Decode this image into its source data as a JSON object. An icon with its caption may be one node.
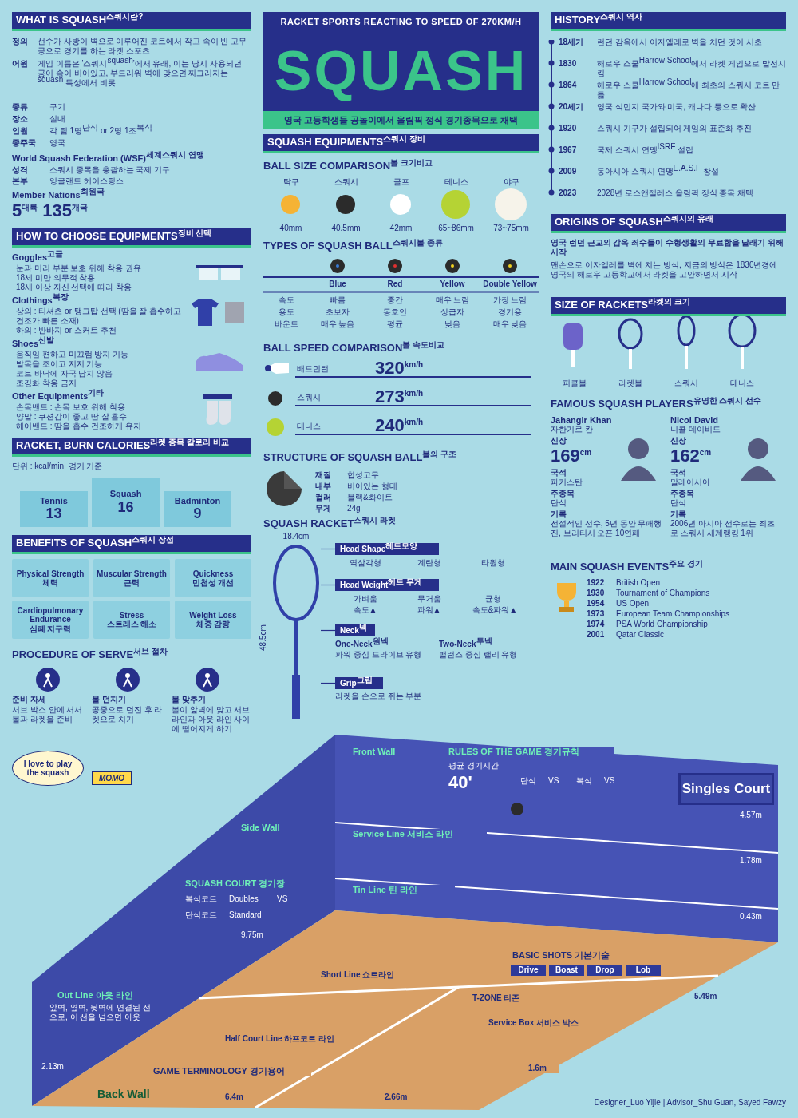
{
  "diagram": {
    "title": "SQUASH",
    "nodes": [
      {
        "text": [
          "RACKET SPORTS REACTING TO SPEED OF 270KM/H"
        ]
      },
      {
        "text": [
          "영국 고등학생들 공놀이에서 올림픽 정식 경기종목으로 채택"
        ]
      },
      {
        "text": [
          "WHAT IS SQUASH$^{스쿼시란?}$"
        ]
      },
      {
        "text": [
          "HOW TO CHOOSE EQUIPMENTS$^{장비 선택}$"
        ]
      },
      {
        "text": [
          "RACKET, BURN CALORIES$^{라켓 종목 칼로리 비교}$"
        ]
      },
      {
        "text": [
          "Tennis",
          "13"
        ]
      },
      {
        "text": [
          "Squash",
          "16"
        ]
      },
      {
        "text": [
          "Badminton",
          "9"
        ]
      },
      {
        "text": [
          "BENEFITS OF SQUASH$^{스쿼시 장점}$"
        ]
      },
      {
        "text": [
          "Physical Strength",
          "체력"
        ]
      },
      {
        "text": [
          "Muscular Strength",
          "근력"
        ]
      },
      {
        "text": [
          "Quickness",
          "민첩성 개선"
        ]
      },
      {
        "text": [
          "Cardiopulmonary Endurance",
          "심폐 지구력"
        ]
      },
      {
        "text": [
          "Stress",
          "스트레스 해소"
        ]
      },
      {
        "text": [
          "Weight Loss",
          "체중 감량"
        ]
      },
      {
        "text": [
          "I love to play the squash"
        ]
      },
      {
        "text": [
          "MOMO"
        ]
      },
      {
        "text": [
          "SQUASH EQUIPMENTS$^{스쿼시 장비}$"
        ]
      },
      {
        "text": [
          "Head Shape$^{헤드모양}$"
        ]
      },
      {
        "text": [
          "Head Weight$^{헤드 무게}$"
        ]
      },
      {
        "text": [
          "Neck$^{넥}$"
        ]
      },
      {
        "text": [
          "Grip$^{그립}$"
        ]
      },
      {
        "text": [],
        "shape": "picture"
      },
      {
        "text": [
          "HISTORY$^{스쿼시 역사}$"
        ]
      },
      {
        "text": [
          "ORIGINS OF SQUASH$^{스쿼시의 유래}$"
        ]
      },
      {
        "text": [
          "SIZE OF RACKETS$^{라켓의 크기}$"
        ]
      },
      {
        "text": [
          "Singles Court"
        ]
      }
    ],
    "edges": [
      {
        "from": 18,
        "to": 22,
        "arrow": "none"
      },
      {
        "from": 19,
        "to": 22,
        "arrow": "none"
      },
      {
        "from": 20,
        "to": 22,
        "arrow": "none"
      },
      {
        "from": 21,
        "to": 22,
        "arrow": "none"
      }
    ],
    "labels": [
      "정의",
      "선수가 사방이 벽으로 이루어진 코트에서 작고 속이 빈 고무공으로 경기를 하는 라켓 스포츠",
      "어원",
      "게임 이름은 '스쿼시$^{squash}$'에서 유래, 이는 당시 사용되던 공이 속이 비어있고, 부드러워 벽에 맞으면 찌그러지는$^{squash}$ 특성에서 비롯",
      "종류",
      "구기",
      "장소",
      "실내",
      "인원",
      "각 팀 1명$^{단식}$ or 2명 1조$^{복식}$",
      "종주국",
      "영국",
      "World Squash Federation (WSF)$^{세계스쿼시 연맹}$",
      "성격",
      "스쿼시 종목을 총괄하는 국제 기구",
      "본부",
      "잉글랜드 헤이스팅스",
      "Member Nations$^{회원국}$",
      "5$^{대륙}$ 135$^{개국}$",
      "Goggles$^{고글}$",
      "눈과 머리 부분 보호 위해 착용 권유",
      "18세 미만 의무적 착용",
      "18세 이상 자신 선택에 따라 착용",
      "Clothings$^{복장}$",
      "상의 : 티셔츠 or 탱크탑 선택 (땀을 잘 흡수하고 건조가 빠른 소재)",
      "하의 : 반바지 or 스커트 추천",
      "Shoes$^{신발}$",
      "움직임 편하고 미끄럼 방지 기능",
      "발목을 조이고 지지 기능",
      "코트 바닥에 자국 남지 않음",
      "조깅화 착용 금지",
      "Other Equipments$^{기타}$",
      "손목밴드 : 손목 보호 위해 착용",
      "양말 : 쿠션감이 좋고 땀 잘 흡수",
      "헤어밴드 : 땀을 흡수 건조하게 유지",
      "단위 : kcal/min_경기 기준",
      "준비 자세",
      "서브 박스 안에 서서 볼과 라켓을 준비",
      "볼 던지기",
      "공중으로 던진 후 라켓으로 치기",
      "볼 맞추기",
      "볼이 앞벽에 맞고 서브 라인과 아웃 라인 사이에 떨어지게 하기",
      "탁구",
      "스쿼시",
      "골프",
      "테니스",
      "야구",
      "40mm",
      "40.5mm",
      "42mm",
      "65~86mm",
      "73~75mm",
      "Blue",
      "Red",
      "Yellow",
      "Double Yellow",
      "속도",
      "빠름",
      "중간",
      "매우 느림",
      "가장 느림",
      "용도",
      "초보자",
      "동호인",
      "상급자",
      "경기용",
      "바운드",
      "매우 높음",
      "평균",
      "낮음",
      "매우 낮음",
      "18.4cm",
      "48.5cm",
      "역삼각형",
      "계란형",
      "타원형",
      "가벼움",
      "무거움",
      "균형",
      "속도▲",
      "파워▲",
      "속도&파워▲",
      "One-Neck$^{원넥}$",
      "파워 중심 드라이브 유형",
      "Two-Neck$^{투넥}$",
      "밸런스 중심 랠리 유형",
      "라켓을 손으로 쥐는 부분",
      "배드민턴",
      "320$^{km/h}$",
      "스쿼시",
      "273$^{km/h}$",
      "테니스",
      "240$^{km/h}$",
      "재질",
      "합성고무",
      "내부",
      "비어있는 형태",
      "컬러",
      "블랙&화이트",
      "무게",
      "24g",
      "18세기",
      "런던 감옥에서 이자엘레로 벽을 치던 것이 시초",
      "1830",
      "해로우 스쿨$^{Harrow School}$에서 라켓 게임으로 발전시킴",
      "1864",
      "해로우 스쿨$^{Harrow School}$에 최초의 스쿼시 코트 만듦",
      "20세기",
      "영국 식민지 국가와 미국, 캐나다 등으로 확산",
      "1920",
      "스쿼시 기구가 설립되어 게임의 표준화 추진",
      "1967",
      "국제 스쿼시 연맹$^{ISRF}$ 설립",
      "2009",
      "동아시아 스쿼시 연맹$^{E.A.S.F}$ 창설",
      "2023",
      "2028년 로스앤젤레스 올림픽 정식 종목 채택",
      "영국 런던 근교의 감옥 죄수들이 수형생활의 무료함을 달래기 위해 시작",
      "맨손으로 이자엘레를 벽에 치는 방식, 지금의 방식은 1830년경에 영국의 해로우 고등학교에서 라켓을 고안하면서 시작",
      "피클볼",
      "라켓볼",
      "스쿼시",
      "테니스",
      "Side Wall",
      "Front Wall",
      "RULES OF THE GAME 경기규칙",
      "평균 경기시간",
      "40'",
      "단식",
      "VS",
      "복식",
      "VS",
      "Service Line 서비스 라인",
      "Tin Line 틴 라인",
      "BASIC SHOTS 기본기술",
      "Drive",
      "Boast",
      "Drop",
      "Lob",
      "SQUASH COURT 경기장",
      "복식코트",
      "Doubles",
      "단식코트",
      "Standard",
      "VS",
      "Out Line 아웃 라인",
      "앞벽, 옆벽, 뒷벽에 연결된 선으로, 이 선을 넘으면 아웃",
      "T-ZONE 티존",
      "Short Line 쇼트라인",
      "Service Box 서비스 박스",
      "Half Court Line 하프코트 라인",
      "GAME TERMINOLOGY 경기용어",
      "Back Wall",
      "9.75m",
      "2.13m",
      "6.4m",
      "2.66m",
      "1.6m",
      "5.49m",
      "4.57m",
      "1.78m",
      "0.43m",
      "Jahangir Khan",
      "자한기르 칸",
      "신장",
      "169$^{cm}$",
      "국적",
      "파키스탄",
      "주종목",
      "단식",
      "기록",
      "전설적인 선수, 5년 동안 무패행진, 브리티시 오픈 10연패",
      "Nicol David",
      "니콜 데이비드",
      "신장",
      "162$^{cm}$",
      "국적",
      "말레이시아",
      "주종목",
      "단식",
      "기록",
      "2006년 아시아 선수로는 최초로 스쿼시 세계랭킹 1위",
      "1922",
      "British Open",
      "1930",
      "Tournament of Champions",
      "1954",
      "US Open",
      "1973",
      "European Team Championships",
      "1974",
      "PSA World Championship",
      "2001",
      "Qatar Classic",
      "PROCEDURE OF SERVE$^{서브 절차}$",
      "BALL SIZE COMPARISON$^{볼 크기비교}$",
      "TYPES OF SQUASH BALL$^{스쿼시볼 종류}$",
      "SQUASH RACKET$^{스쿼시 라켓}$",
      "BALL SPEED COMPARISON$^{볼 속도비교}$",
      "STRUCTURE OF SQUASH BALL$^{볼의 구조}$",
      "FAMOUS SQUASH PLAYERS$^{유명한 스쿼시 선수}$",
      "MAIN SQUASH EVENTS$^{주요 경기}$",
      "Designer_Luo Yijie | Advisor_Shu Guan, Sayed Fawzy"
    ]
  }
}
